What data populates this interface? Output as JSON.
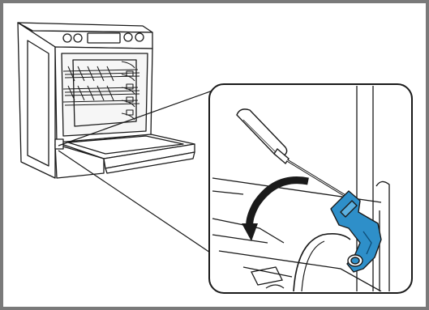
{
  "figure": {
    "kind": "instruction-illustration",
    "subject": "oven-door-hinge-removal",
    "frame_color": "#7a7a7a",
    "line_color": "#1a1a1a",
    "highlight_color": "#2e8fc9",
    "arrow_color": "#1a1a1a",
    "icons": {
      "oven": "oven-illustration",
      "screwdriver": "screwdriver-icon",
      "hinge_lever": "hinge-lever-icon",
      "rotate_arrow": "rotate-arrow-icon"
    }
  }
}
